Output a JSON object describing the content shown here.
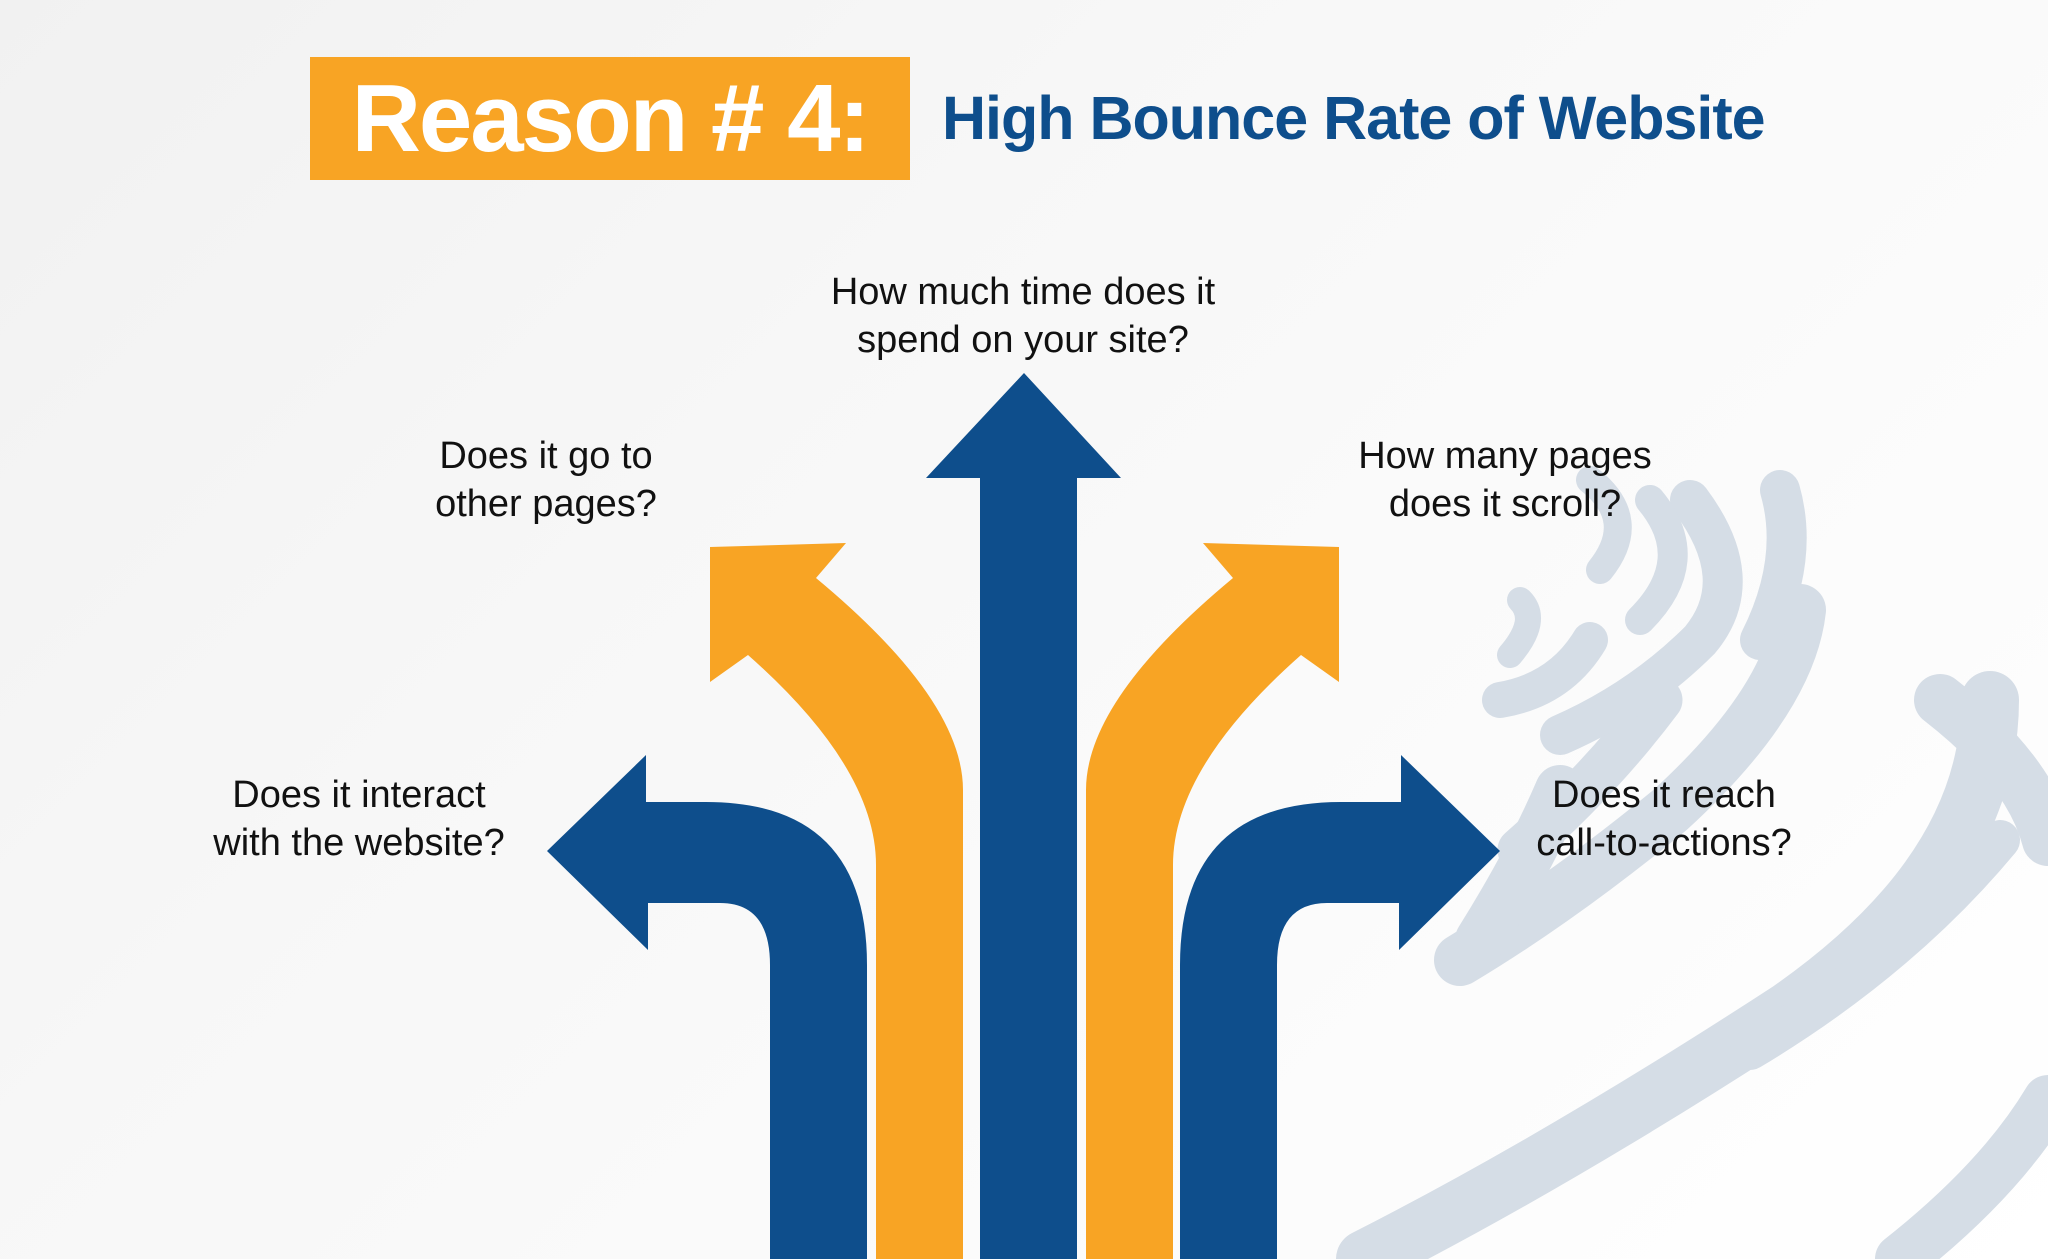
{
  "title": {
    "badge": "Reason # 4:",
    "subtitle": "High Bounce Rate of Website"
  },
  "questions": {
    "top_line1": "How much time does it",
    "top_line2": "spend on your site?",
    "upper_left_line1": "Does it go to",
    "upper_left_line2": "other pages?",
    "upper_right_line1": "How many pages",
    "upper_right_line2": "does it scroll?",
    "left_line1": "Does it interact",
    "left_line2": "with the website?",
    "right_line1": "Does it reach",
    "right_line2": "call-to-actions?"
  },
  "colors": {
    "blue": "#0e4e8c",
    "orange": "#f8a424",
    "watermark": "#d5dde6"
  },
  "icons": {
    "background": "globe-watermark-icon",
    "arrows": [
      "arrow-left-icon",
      "arrow-up-left-icon",
      "arrow-up-icon",
      "arrow-up-right-icon",
      "arrow-right-icon"
    ]
  }
}
